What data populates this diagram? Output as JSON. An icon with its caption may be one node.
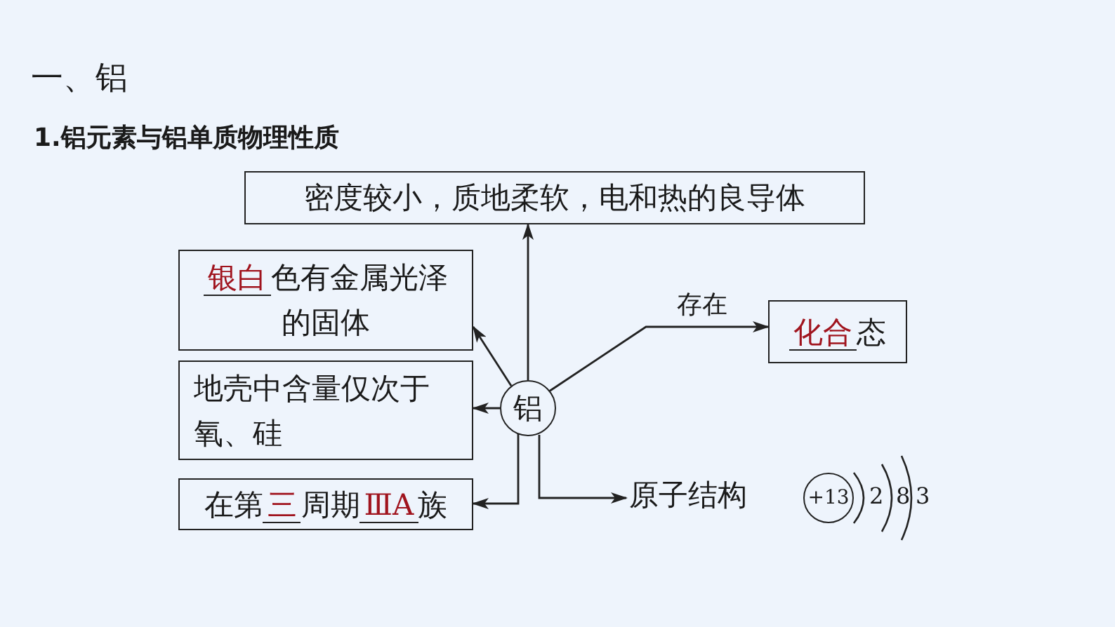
{
  "diagram": {
    "title": "一、铝",
    "nodes": [
      {
        "text": [
          "密度较小，质地柔软，电和热的良导体"
        ]
      },
      {
        "text": [
          "银白",
          "色有金属光泽的固体"
        ]
      },
      {
        "text": [
          "地壳中含量仅次于氧、硅"
        ]
      },
      {
        "text": [
          "在第",
          "三",
          "周期",
          "ⅢA",
          "族"
        ]
      },
      {
        "text": [
          "铝"
        ]
      },
      {
        "text": [
          "化合",
          "态"
        ]
      },
      {
        "text": [
          "原子结构"
        ]
      },
      {
        "text": [
          "+13"
        ]
      }
    ],
    "edges": [
      {
        "from": 4,
        "to": 0,
        "arrow": "to"
      },
      {
        "from": 4,
        "to": 1,
        "arrow": "to"
      },
      {
        "from": 4,
        "to": 2,
        "arrow": "to"
      },
      {
        "from": 4,
        "to": 3,
        "arrow": "to"
      },
      {
        "from": 4,
        "to": 5,
        "arrow": "to",
        "label": "存在"
      },
      {
        "from": 4,
        "to": 6,
        "arrow": "to"
      }
    ],
    "labels": [
      "1.铝元素与铝单质物理性质",
      "2",
      "8",
      "3"
    ]
  }
}
